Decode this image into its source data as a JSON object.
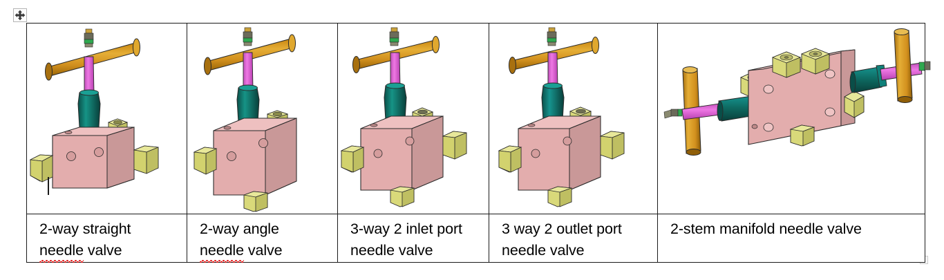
{
  "app": {
    "type": "word-document-table",
    "move_handle_icon": "move-cross-icon",
    "resize_handle_icon": "table-resize-handle-icon",
    "caret": "text-cursor"
  },
  "palette": {
    "handle_bar": "#D2901E",
    "handle_bar_light": "#E0A82E",
    "handle_bar_dark": "#A8700F",
    "stem": "#E060D8",
    "stem_dark": "#B840B0",
    "bonnet": "#0E6B63",
    "bonnet_light": "#148C80",
    "bonnet_dark": "#0A4F49",
    "body": "#E3ADAD",
    "body_light": "#EEC0C0",
    "body_dark": "#C08B8B",
    "nut": "#D9D97A",
    "nut_light": "#E8E89A",
    "nut_dark": "#A8A850",
    "cap_green": "#2FA84F",
    "cap_gray": "#6B6B5A",
    "outline": "#2A2A2A",
    "border": "#1A1A1A",
    "spellcheck": "#E02020"
  },
  "table": {
    "columns": 5,
    "rows": 2,
    "cells": [
      {
        "id": "cell-1",
        "image_name": "2-way-straight-needle-valve-cad",
        "caption_lines": [
          "2-way straight",
          "needle valve"
        ],
        "misspelled_word": "needle",
        "ports": [
          "left",
          "right"
        ],
        "has_caret": true
      },
      {
        "id": "cell-2",
        "image_name": "2-way-angle-needle-valve-cad",
        "caption_lines": [
          "2-way angle",
          "needle valve"
        ],
        "misspelled_word": "needle",
        "ports": [
          "left",
          "bottom"
        ],
        "has_caret": false
      },
      {
        "id": "cell-3",
        "image_name": "3-way-2-inlet-port-needle-valve-cad",
        "caption_lines": [
          "3-way 2 inlet port",
          "needle valve"
        ],
        "misspelled_word": "",
        "ports": [
          "left",
          "right",
          "bottom"
        ],
        "has_caret": false
      },
      {
        "id": "cell-4",
        "image_name": "3-way-2-outlet-port-needle-valve-cad",
        "caption_lines": [
          "3 way 2 outlet port",
          "needle valve"
        ],
        "misspelled_word": "",
        "ports": [
          "left",
          "right",
          "bottom"
        ],
        "has_caret": false
      },
      {
        "id": "cell-5",
        "image_name": "2-stem-manifold-needle-valve-cad",
        "caption_lines": [
          "2-stem manifold needle valve"
        ],
        "misspelled_word": "",
        "ports": [
          "top-left",
          "top-right",
          "bottom",
          "left-stem",
          "right-stem"
        ],
        "has_caret": false
      }
    ]
  }
}
